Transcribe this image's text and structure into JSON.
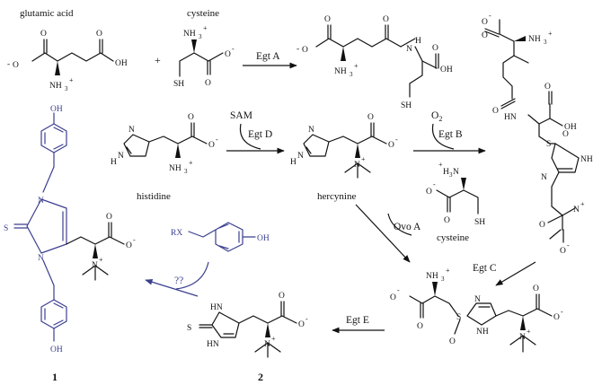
{
  "labels": {
    "glutamic_acid": "glutamic acid",
    "cysteine_top": "cysteine",
    "histidine": "histidine",
    "hercynine": "hercynine",
    "cysteine_mid": "cysteine",
    "compound1": "1",
    "compound2": "2"
  },
  "enzymes": {
    "egt_a": "Egt A",
    "sam": "SAM",
    "egt_d": "Egt D",
    "o2": "O",
    "o2_sub": "2",
    "egt_b": "Egt B",
    "ovo_a": "Ovo A",
    "egt_c": "Egt C",
    "egt_e": "Egt E",
    "unknown": "??"
  },
  "atoms": {
    "o_minus": "O",
    "minus": "-",
    "oh": "OH",
    "o": "O",
    "nh3": "NH",
    "three": "3",
    "plus": "+",
    "sh": "SH",
    "n": "N",
    "nh": "NH",
    "hn": "HN",
    "h": "H",
    "s": "S",
    "h3n": "H",
    "rx": "RX",
    "plus_sign": "+"
  },
  "colors": {
    "ink": "#111111",
    "new_fragment": "#3b3f8f"
  }
}
